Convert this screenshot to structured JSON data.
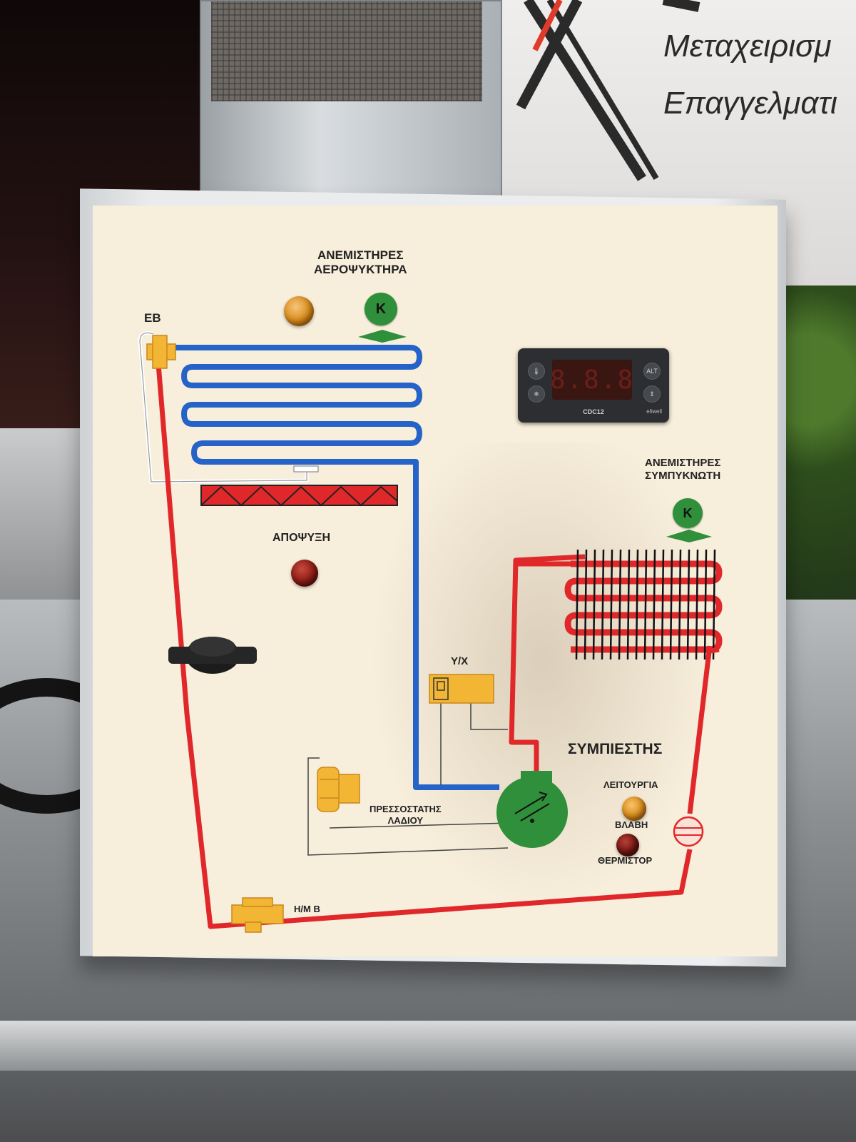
{
  "background_sign": {
    "lines": [
      "Μεταχειρισμ",
      "Επαγγελματι"
    ]
  },
  "panel": {
    "evaporator_fans_label": [
      "ΑΝΕΜΙΣΤΗΡΕΣ",
      "ΑΕΡΟΨΥΚΤΗΡΑ"
    ],
    "condenser_fans_label": [
      "ΑΝΕΜΙΣΤΗΡΕΣ",
      "ΣΥΜΠΥΚΝΩΤΗ"
    ],
    "fan_letter": "K",
    "eb_label": "EB",
    "defrost_label": "ΑΠΟΨΥΞΗ",
    "yx_label": "Y/X",
    "oil_pressostat_label": [
      "ΠΡΕΣΣΟΣΤΑΤΗΣ",
      "ΛΑΔΙΟΥ"
    ],
    "compressor_label": "ΣΥΜΠΙΕΣΤΗΣ",
    "operation_label": "ΛΕΙΤΟΥΡΓΙΑ",
    "fault_label": "ΒΛΑΒΗ",
    "thermistor_label": "ΘΕΡΜΙΣΤΟΡ",
    "solenoid_label": "Η/Μ Β"
  },
  "controller": {
    "model": "CDC12",
    "brand": "eliwell",
    "button_labels": [
      "ALT"
    ]
  },
  "colors": {
    "suction_line": "#2563c9",
    "liquid_line": "#e0282a",
    "component_orange": "#f2b534",
    "fan_green": "#2f8f3a",
    "panel_face": "#f7eedb",
    "lamp_amber": "#d98a17",
    "lamp_red": "#8a1a14"
  }
}
